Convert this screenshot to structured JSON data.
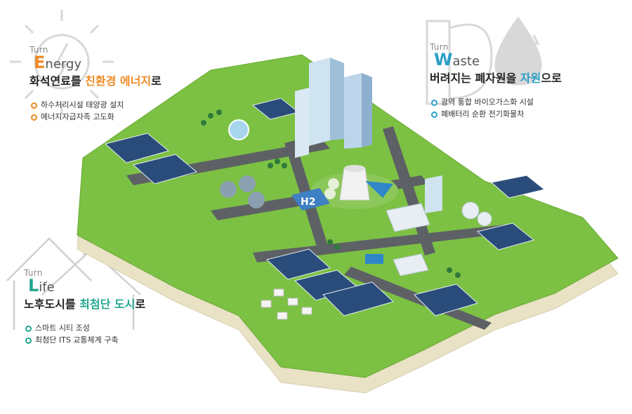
{
  "panels": {
    "energy": {
      "turn": "Turn",
      "word_cap": "E",
      "word_rest": "nergy",
      "slogan_pre": "화석연료를 ",
      "slogan_hl": "친환경 에너지",
      "slogan_post": "로",
      "items": [
        "하수처리시설 태양광 설치",
        "에너지자급자족 고도화"
      ]
    },
    "waste": {
      "turn": "Turn",
      "word_cap": "W",
      "word_rest": "aste",
      "slogan_pre": "버려지는 폐자원을 ",
      "slogan_hl": "자원",
      "slogan_post": "으로",
      "items": [
        "광역 통합 바이오가스화 시설",
        "폐배터리 순환 전기화물차"
      ]
    },
    "life": {
      "turn": "Turn",
      "word_cap": "L",
      "word_rest": "ife",
      "slogan_pre": "노후도시를 ",
      "slogan_hl": "최첨단 도시",
      "slogan_post": "로",
      "items": [
        "스마트 시티 조성",
        "최첨단 ITS 교통체계 구축"
      ]
    }
  },
  "map": {
    "hydrogen_label": "H2"
  },
  "colors": {
    "energy": "#ee8a23",
    "waste": "#2b9fc6",
    "life": "#22a68e",
    "grass": "#7cc143",
    "road": "#5d6165",
    "soil": "#e9e2c5",
    "solar": "#2a4c7a"
  },
  "icons": {
    "energy": "sun-lightning-icon",
    "waste": "recycle-drop-icon",
    "life": "house-outline-icon"
  }
}
